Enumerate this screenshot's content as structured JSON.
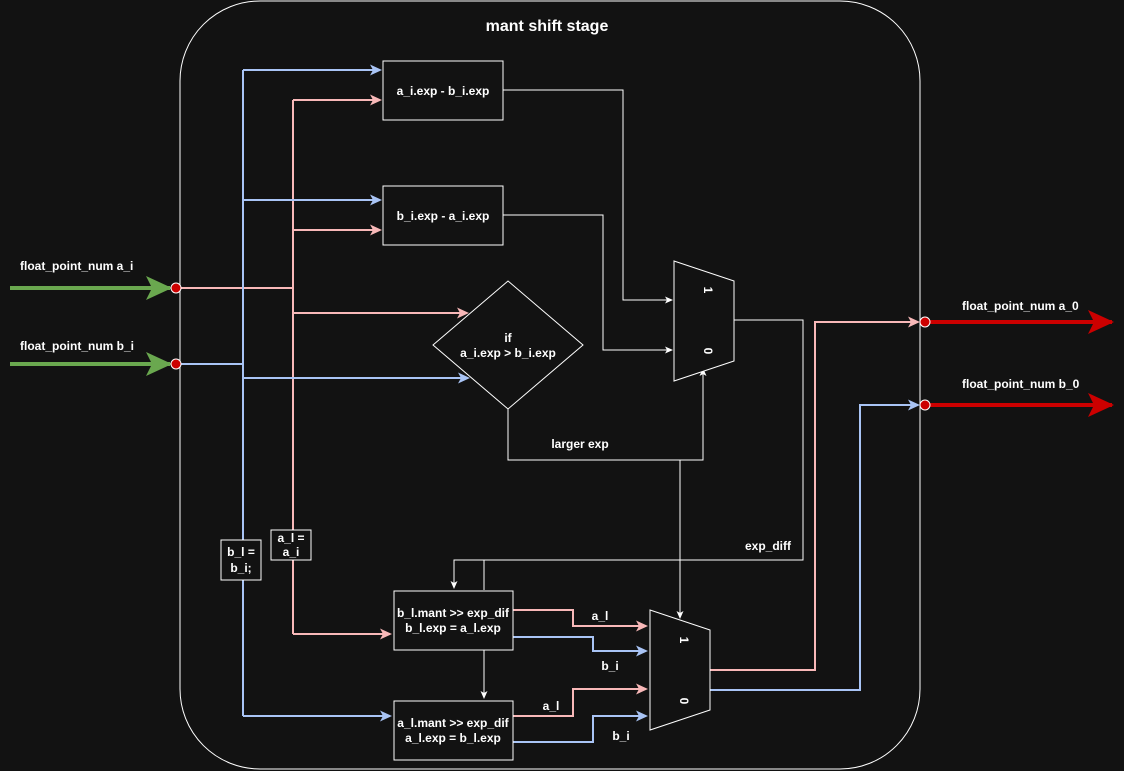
{
  "diagram": {
    "title": "mant shift stage",
    "inputs": {
      "a": "float_point_num a_i",
      "b": "float_point_num b_i"
    },
    "outputs": {
      "a": "float_point_num a_0",
      "b": "float_point_num b_0"
    },
    "boxes": {
      "sub_ab": "a_i.exp  - b_i.exp",
      "sub_ba": "b_i.exp  - a_i.exp",
      "shift_b_line1": "b_l.mant >> exp_dif",
      "shift_b_line2": "b_l.exp = a_l.exp",
      "shift_a_line1": "a_l.mant >> exp_dif",
      "shift_a_line2": "a_l.exp = b_l.exp",
      "assign_b_line1": "b_l =",
      "assign_b_line2": "b_i;",
      "assign_a_line1": "a_l =",
      "assign_a_line2": "a_i"
    },
    "decision": {
      "line1": "if",
      "line2": "a_i.exp  > b_i.exp"
    },
    "mux_top": {
      "in1": "1",
      "in0": "0"
    },
    "mux_bottom": {
      "in1": "1",
      "in0": "0"
    },
    "edge_labels": {
      "larger_exp": "larger exp",
      "exp_diff": "exp_diff",
      "a_l_top": "a_l",
      "b_i_top": "b_i",
      "a_l_bottom": "a_l",
      "b_i_bottom": "b_i"
    },
    "colors": {
      "background": "#121212",
      "input_arrow": "#6aa84f",
      "output_arrow": "#cc0000",
      "a_signal": "#f8b8b8",
      "b_signal": "#a9c4f5",
      "stroke": "#ffffff"
    }
  }
}
